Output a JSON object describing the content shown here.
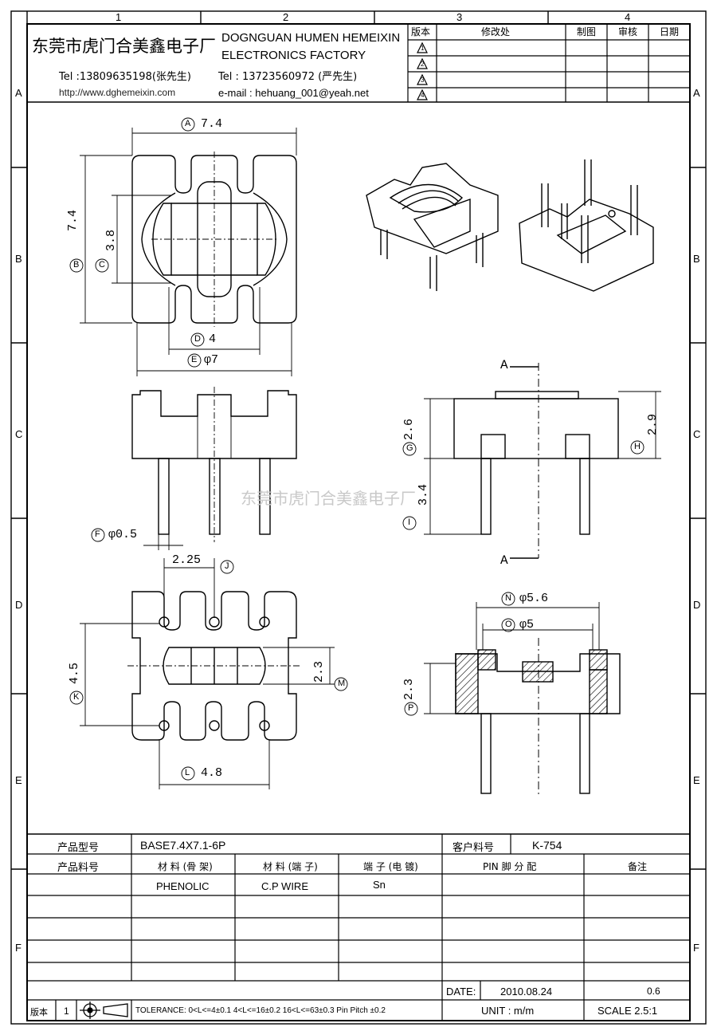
{
  "grid": {
    "columns": [
      "1",
      "2",
      "3",
      "4"
    ],
    "rows": [
      "A",
      "B",
      "C",
      "D",
      "E",
      "F"
    ]
  },
  "company": {
    "name_cn": "东莞市虎门合美鑫电子厂",
    "name_en_line1": "DOGNGUAN HUMEN HEMEIXIN",
    "name_en_line2": "ELECTRONICS FACTORY",
    "tel1": "Tel :13809635198(张先生)",
    "web": "http://www.dghemeixin.com",
    "tel2": "Tel : 13723560972 (严先生)",
    "email": "e-mail : hehuang_001@yeah.net"
  },
  "revision_table": {
    "headers": [
      "版本",
      "修改处",
      "制图",
      "审核",
      "日期"
    ],
    "marks": [
      "1",
      "2",
      "3",
      "4"
    ]
  },
  "dimensions": {
    "A": "7.4",
    "B": "7.4",
    "C": "3.8",
    "D": "4",
    "E": "φ7",
    "F": "φ0.5",
    "J": "2.25",
    "K": "4.5",
    "M": "2.3",
    "L": "4.8",
    "G": "2.6",
    "H": "2.9",
    "I": "3.4",
    "N": "φ5.6",
    "O": "φ5",
    "P": "2.3"
  },
  "section_mark": "A",
  "watermark": "东莞市虎门合美鑫电子厂",
  "spec_table": {
    "model_label": "产品型号",
    "model_value": "BASE7.4X7.1-6P",
    "customer_part_label": "客户料号",
    "customer_part_value": "K-754",
    "part_no_label": "产品料号",
    "col_material_frame": "材 料 (骨 架)",
    "col_material_pin": "材 料 (端 子)",
    "col_plating": "端 子 (电 镀)",
    "col_pin_assign": "PIN 脚 分 配",
    "col_remark": "备注",
    "material_frame": "PHENOLIC",
    "material_pin": "C.P WIRE",
    "plating": "Sn",
    "date_label": "DATE:",
    "date_value": "2010.08.24",
    "pin_note": "0.6",
    "version_label": "版本",
    "version_value": "1",
    "tolerance": "TOLERANCE:  0<L<=4±0.1  4<L<=16±0.2  16<L<=63±0.3  Pin Pitch  ±0.2",
    "unit": "UNIT : m/m",
    "scale": "SCALE  2.5:1"
  }
}
